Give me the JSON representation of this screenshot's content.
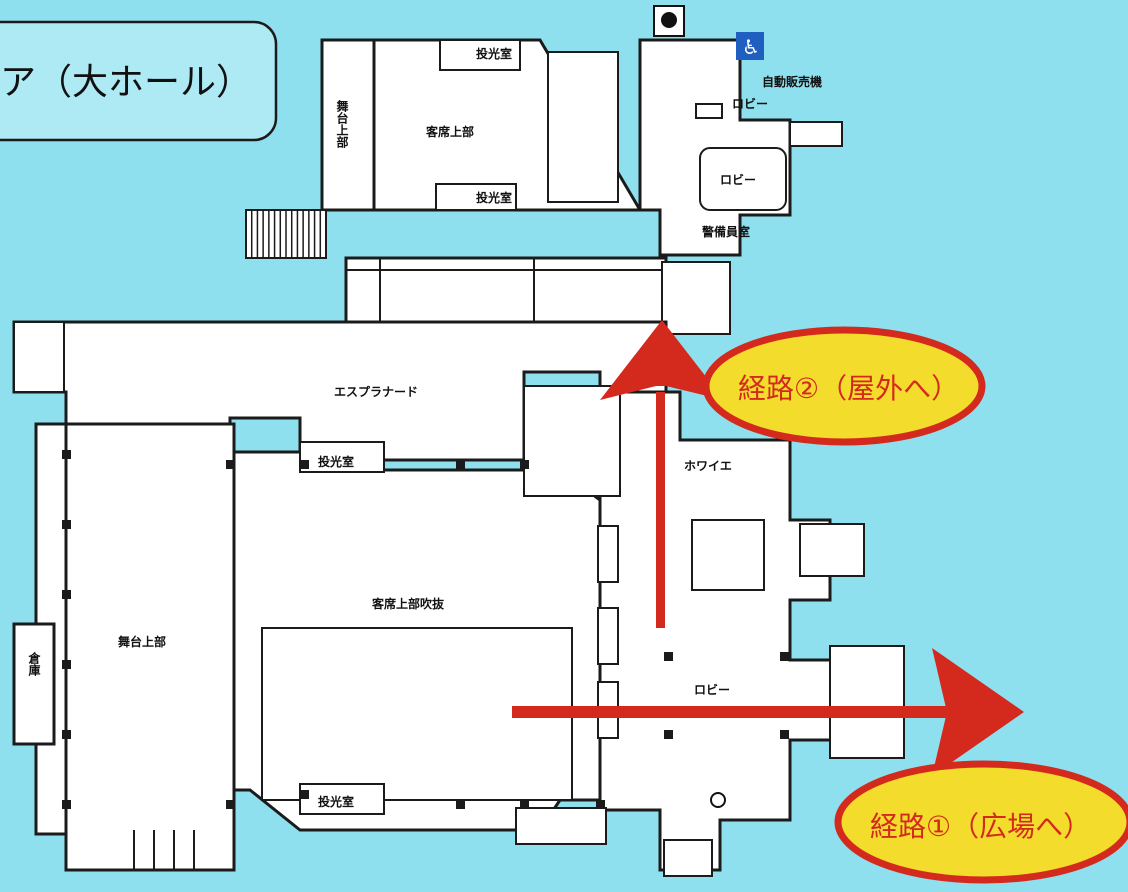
{
  "title": "ア（大ホール）",
  "colors": {
    "background": "#8fe0ef",
    "route_arrow": "#d42a1e",
    "callout_fill": "#f3dc2c",
    "callout_border": "#d42a1e",
    "callout_text": "#d42a1e"
  },
  "labels": {
    "projection_room": "投光室",
    "upper_seats": "客席上部",
    "stage_upper": "舞台上部",
    "vending": "自動販売機",
    "lobby": "ロビー",
    "security_room": "警備員室",
    "esplanade": "エスプラナード",
    "foyer": "ホワイエ",
    "seats_upper_void": "客席上部吹抜",
    "storage": "倉庫"
  },
  "icons": {
    "accessible": "wheelchair-icon",
    "lift": "elevator-icon"
  },
  "routes": [
    {
      "label": "経路②（屋外へ）",
      "direction": "up"
    },
    {
      "label": "経路①（広場へ）",
      "direction": "right"
    }
  ]
}
